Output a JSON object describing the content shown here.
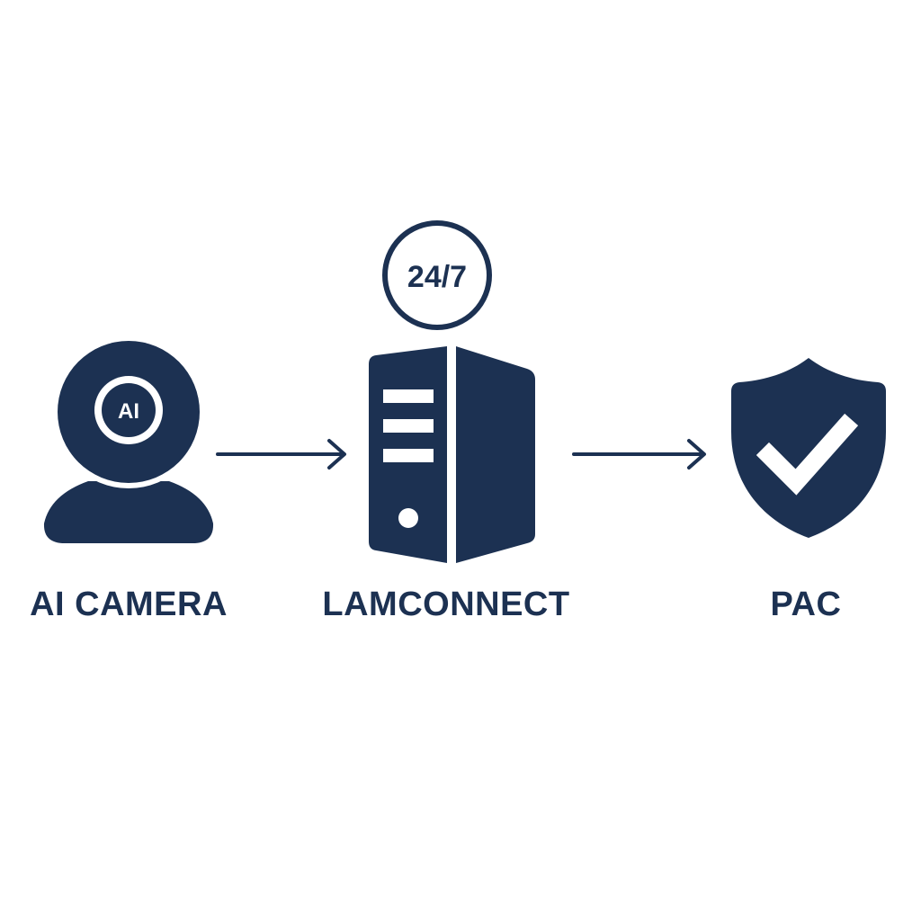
{
  "colors": {
    "primary": "#1c3152",
    "background": "#ffffff"
  },
  "nodes": [
    {
      "id": "camera",
      "label": "AI CAMERA",
      "icon": "ai-camera-icon",
      "badge": "AI"
    },
    {
      "id": "lamconnect",
      "label": "LAMCONNECT",
      "icon": "server-tower-icon",
      "badge": "24/7"
    },
    {
      "id": "pac",
      "label": "PAC",
      "icon": "shield-check-icon"
    }
  ],
  "edges": [
    {
      "from": "camera",
      "to": "lamconnect"
    },
    {
      "from": "lamconnect",
      "to": "pac"
    }
  ]
}
